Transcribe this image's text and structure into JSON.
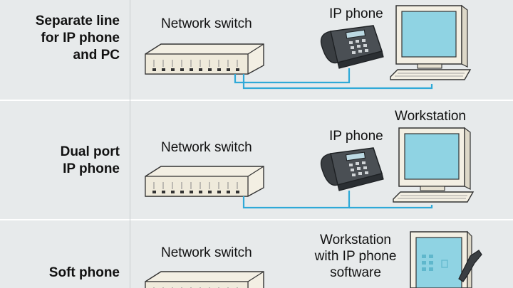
{
  "rows": [
    {
      "label_lines": [
        "Separate line",
        "for IP phone",
        "and PC"
      ],
      "switch_label": "Network switch",
      "phone_label": "IP phone"
    },
    {
      "label_lines": [
        "Dual port",
        "IP phone"
      ],
      "switch_label": "Network switch",
      "phone_label": "IP phone",
      "computer_label": "Workstation"
    },
    {
      "label_lines": [
        "Soft phone"
      ],
      "switch_label": "Network switch",
      "computer_label_lines": [
        "Workstation",
        "with IP phone",
        "software"
      ]
    }
  ],
  "colors": {
    "background": "#e7eaeb",
    "cable": "#2fa9d8",
    "screen": "#8fd3e3",
    "device_body": "#f2eee2",
    "phone": "#3a3e42"
  },
  "icons": [
    "network-switch-icon",
    "ip-phone-icon",
    "workstation-icon",
    "handset-icon"
  ]
}
